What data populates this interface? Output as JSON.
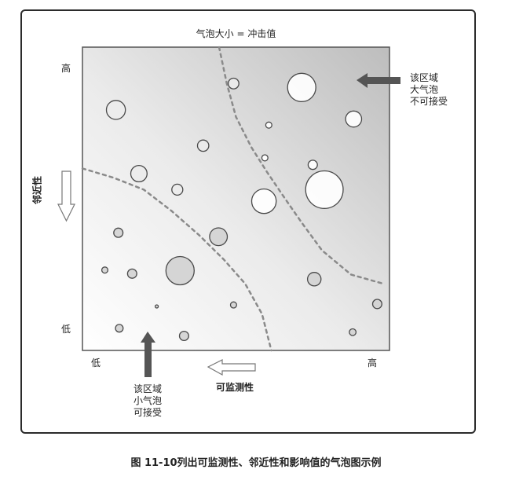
{
  "chart_data": {
    "type": "scatter",
    "title": "气泡大小 = 冲击值",
    "xlabel": "可监测性",
    "ylabel": "邻近性",
    "x_tick_labels": [
      "低",
      "高"
    ],
    "y_tick_labels": [
      "高",
      "低"
    ],
    "xlim": [
      0,
      100
    ],
    "ylim": [
      0,
      100
    ],
    "grid": false,
    "annotations": [
      {
        "lines": [
          "该区域",
          "大气泡",
          "不可接受"
        ]
      },
      {
        "lines": [
          "该区域",
          "小气泡",
          "可接受"
        ]
      }
    ],
    "bubbles": [
      {
        "x": 49.2,
        "y": 88.0,
        "size": 3.5
      },
      {
        "x": 71.4,
        "y": 86.7,
        "size": 9.2
      },
      {
        "x": 88.3,
        "y": 76.3,
        "size": 5.2
      },
      {
        "x": 10.9,
        "y": 79.3,
        "size": 6.2
      },
      {
        "x": 60.7,
        "y": 74.3,
        "size": 2.0
      },
      {
        "x": 39.3,
        "y": 67.5,
        "size": 3.7
      },
      {
        "x": 59.4,
        "y": 63.5,
        "size": 2.0
      },
      {
        "x": 75.0,
        "y": 61.2,
        "size": 3.0
      },
      {
        "x": 18.4,
        "y": 58.3,
        "size": 5.3
      },
      {
        "x": 78.8,
        "y": 53.0,
        "size": 12.2
      },
      {
        "x": 30.9,
        "y": 53.0,
        "size": 3.6
      },
      {
        "x": 59.1,
        "y": 49.2,
        "size": 8.0
      },
      {
        "x": 11.7,
        "y": 38.8,
        "size": 3.0
      },
      {
        "x": 44.3,
        "y": 37.5,
        "size": 5.8
      },
      {
        "x": 7.3,
        "y": 26.5,
        "size": 2.0
      },
      {
        "x": 16.2,
        "y": 25.3,
        "size": 3.0
      },
      {
        "x": 31.8,
        "y": 26.3,
        "size": 9.2
      },
      {
        "x": 75.5,
        "y": 23.5,
        "size": 4.4
      },
      {
        "x": 24.2,
        "y": 14.5,
        "size": 1.0
      },
      {
        "x": 49.2,
        "y": 15.0,
        "size": 2.0
      },
      {
        "x": 96.0,
        "y": 15.3,
        "size": 3.0
      },
      {
        "x": 12.0,
        "y": 7.3,
        "size": 2.5
      },
      {
        "x": 33.1,
        "y": 4.8,
        "size": 3.0
      },
      {
        "x": 88.0,
        "y": 6.0,
        "size": 2.2
      }
    ],
    "boundary_lines": [
      {
        "points": [
          [
            44.5,
            100
          ],
          [
            47,
            88
          ],
          [
            50,
            77
          ],
          [
            55,
            67
          ],
          [
            60,
            59
          ],
          [
            66,
            50
          ],
          [
            71.5,
            42
          ],
          [
            78,
            33
          ],
          [
            87.5,
            25
          ],
          [
            98,
            22
          ]
        ]
      },
      {
        "points": [
          [
            0,
            60
          ],
          [
            10,
            57
          ],
          [
            20,
            53
          ],
          [
            29,
            46
          ],
          [
            38,
            38
          ],
          [
            46,
            30
          ],
          [
            53,
            22
          ],
          [
            58.5,
            12
          ],
          [
            61.5,
            0
          ]
        ]
      }
    ]
  },
  "caption": "图 11-10列出可监测性、邻近性和影响值的气泡图示例"
}
